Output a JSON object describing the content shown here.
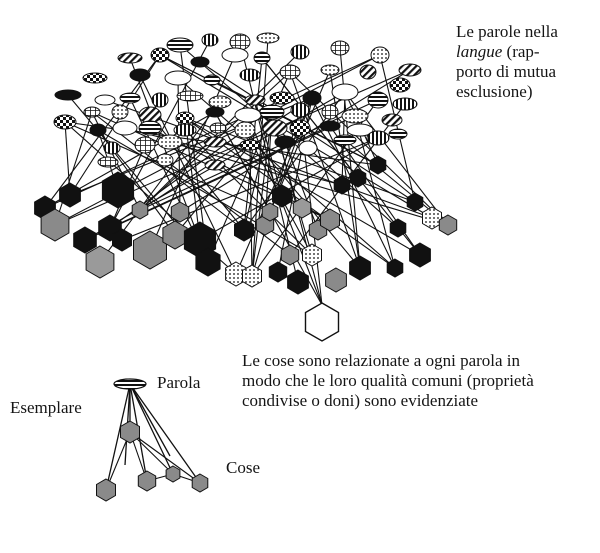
{
  "langue_caption": {
    "line1": "Le parole nella",
    "line2_italic": "langue",
    "line2_rest": " (rap-",
    "line3": "porto di mutua",
    "line4": "esclusione)"
  },
  "cose_caption": {
    "line1": "Le cose sono relazionate a ogni parola in",
    "line2": "modo che le loro qualità comuni (proprietà",
    "line3": "condivise o doni) sono evidenziate"
  },
  "legend": {
    "parola": "Parola",
    "esemplare": "Esemplare",
    "cose": "Cose"
  },
  "colors": {
    "ink": "#111111",
    "grey": "#8a8a8a",
    "light": "#cfcfcf",
    "paper": "#ffffff"
  }
}
